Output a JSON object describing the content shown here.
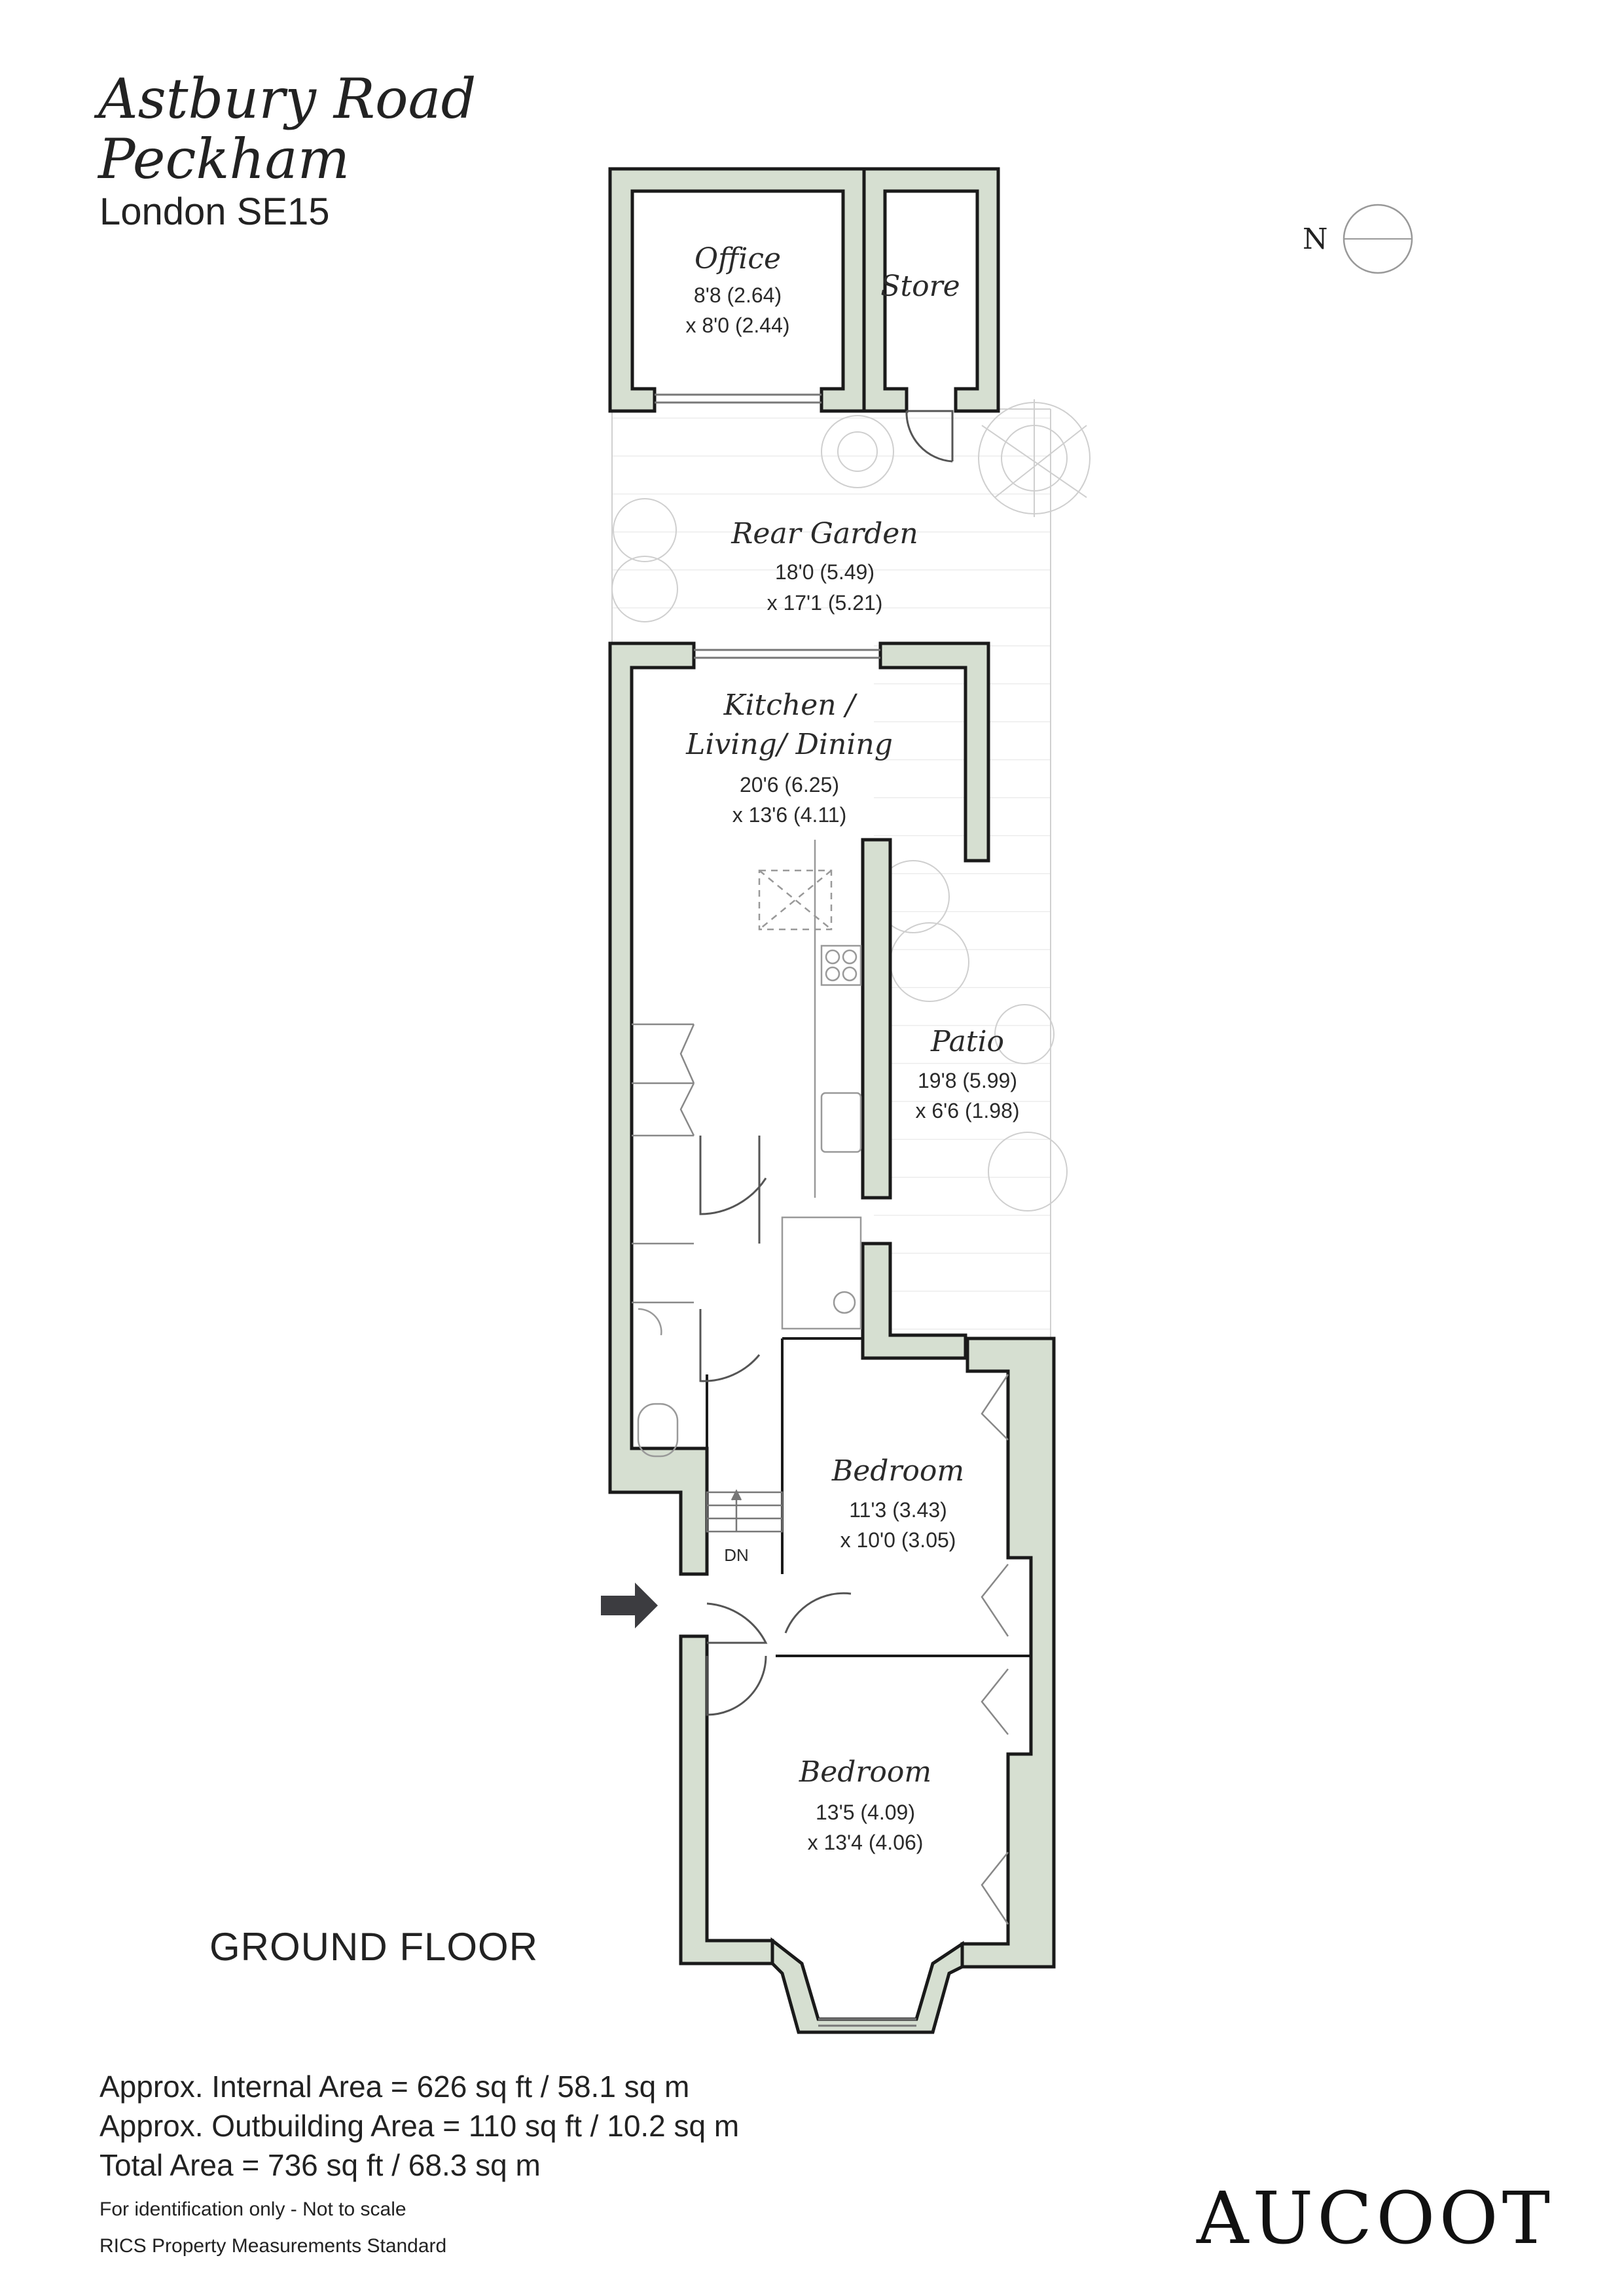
{
  "header": {
    "line1": "Astbury Road",
    "line2": "Peckham",
    "line3": "London SE15"
  },
  "compass": {
    "label": "N"
  },
  "rooms": {
    "office": {
      "name": "Office",
      "dim1": "8'8 (2.64)",
      "dim2": "x 8'0 (2.44)"
    },
    "store": {
      "name": "Store"
    },
    "rear_garden": {
      "name": "Rear Garden",
      "dim1": "18'0 (5.49)",
      "dim2": "x 17'1 (5.21)"
    },
    "kitchen": {
      "name_line1": "Kitchen /",
      "name_line2": "Living/ Dining",
      "dim1": "20'6 (6.25)",
      "dim2": "x 13'6 (4.11)"
    },
    "patio": {
      "name": "Patio",
      "dim1": "19'8 (5.99)",
      "dim2": "x 6'6 (1.98)"
    },
    "bedroom1": {
      "name": "Bedroom",
      "dim1": "11'3 (3.43)",
      "dim2": "x 10'0 (3.05)"
    },
    "bedroom2": {
      "name": "Bedroom",
      "dim1": "13'5 (4.09)",
      "dim2": "x 13'4 (4.06)"
    },
    "stairs_label": "DN"
  },
  "floor_label": "GROUND FLOOR",
  "areas": {
    "internal": "Approx. Internal Area = 626 sq ft / 58.1 sq m",
    "outbuilding": "Approx. Outbuilding Area = 110 sq ft / 10.2 sq m",
    "total": "Total Area = 736 sq ft / 68.3 sq m"
  },
  "notes": {
    "identification": "For identification only - Not to scale",
    "standard": "RICS Property Measurements Standard"
  },
  "brand": "AUCOOT",
  "colors": {
    "wall_fill": "#d6dfd1",
    "wall_stroke": "#1a1a1a",
    "fixture_line": "#9a9a9a",
    "plant_line": "#c8c8c8",
    "arrow": "#3c3c40"
  }
}
